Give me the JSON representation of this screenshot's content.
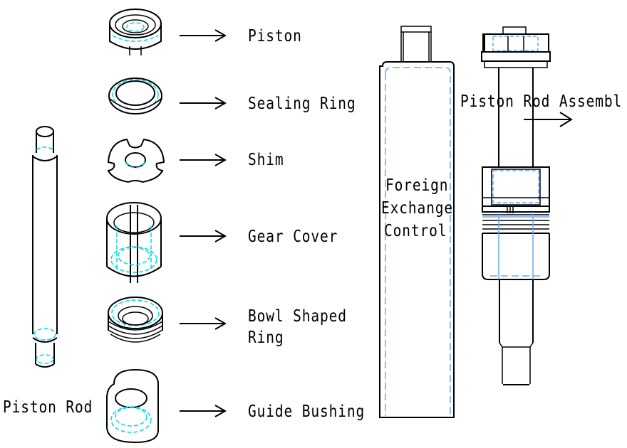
{
  "parts": [
    {
      "id": "piston",
      "label": "Piston"
    },
    {
      "id": "sealing-ring",
      "label": "Sealing Ring"
    },
    {
      "id": "shim",
      "label": "Shim"
    },
    {
      "id": "gear-cover",
      "label": "Gear Cover"
    },
    {
      "id": "bowl-shaped-ring",
      "label_line1": "Bowl Shaped",
      "label_line2": "Ring"
    },
    {
      "id": "guide-bushing",
      "label": "Guide Bushing"
    }
  ],
  "piston_rod_label": "Piston Rod",
  "cylinder": {
    "label_lines": [
      "Foreign",
      "Exchange",
      "Control"
    ]
  },
  "assembly_label": "Piston Rod Assembl",
  "colors": {
    "outline": "#000000",
    "hidden_cyan": "#00d8e8",
    "hidden_blue": "#6aa8f0"
  }
}
